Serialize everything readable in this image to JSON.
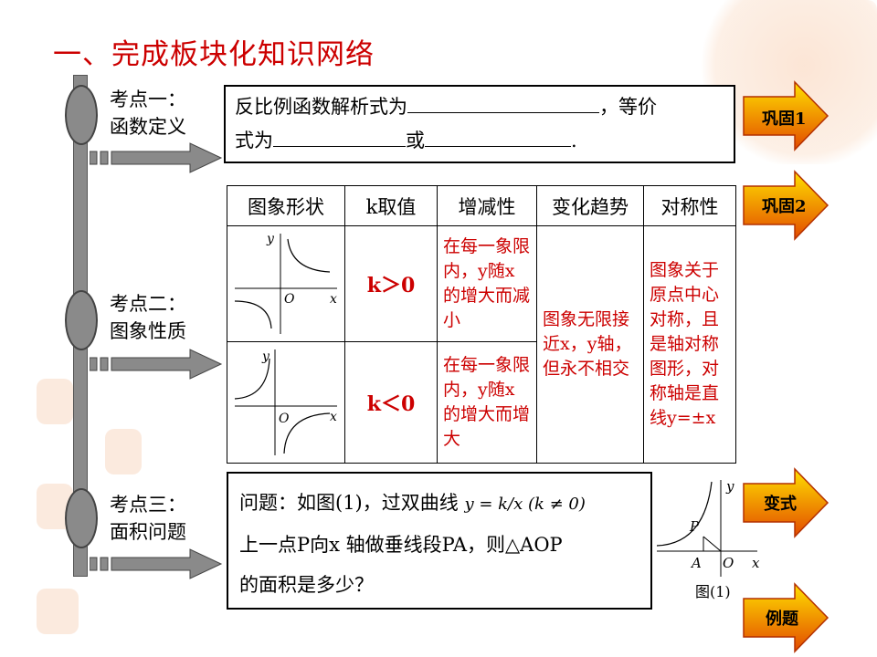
{
  "title": "一、完成板块化知识网络",
  "points": [
    {
      "line1": "考点一：",
      "line2": "函数定义"
    },
    {
      "line1": "考点二：",
      "line2": "图象性质"
    },
    {
      "line1": "考点三：",
      "line2": "面积问题"
    }
  ],
  "box1": {
    "text1": "反比例函数解析式为",
    "text2": "，等价",
    "text3": "式为",
    "text4": "或",
    "text5": "."
  },
  "table": {
    "headers": [
      "图象形状",
      "k取值",
      "增减性",
      "变化趋势",
      "对称性"
    ],
    "row1": {
      "k": "k＞0",
      "monotonic": "在每一象限内，y随x的增大而减小"
    },
    "row2": {
      "k": "k＜0",
      "monotonic": "在每一象限内，y随x的增大而增大"
    },
    "trend": "图象无限接近x，y轴，但永不相交",
    "symmetry": "图象关于原点中心对称，且是轴对称图形，对称轴是直线y=±x",
    "graph_labels": {
      "x": "x",
      "y": "y",
      "o": "O"
    }
  },
  "box3": {
    "line1": "问题：如图(1)，过双曲线",
    "formula": "y = k/x (k ≠ 0)",
    "line2": "上一点P向x 轴做垂线段PA，则△AOP",
    "line3": "的面积是多少？"
  },
  "figure": {
    "caption": "图(1)",
    "p": "P",
    "a": "A",
    "o": "O",
    "x": "x",
    "y": "y"
  },
  "buttons": {
    "b1": "巩固1",
    "b2": "巩固2",
    "b3": "变式",
    "b4": "例题"
  },
  "colors": {
    "accent": "#cc0000",
    "arrow_grad_top": "#ffe000",
    "arrow_grad_bottom": "#e24a00"
  }
}
